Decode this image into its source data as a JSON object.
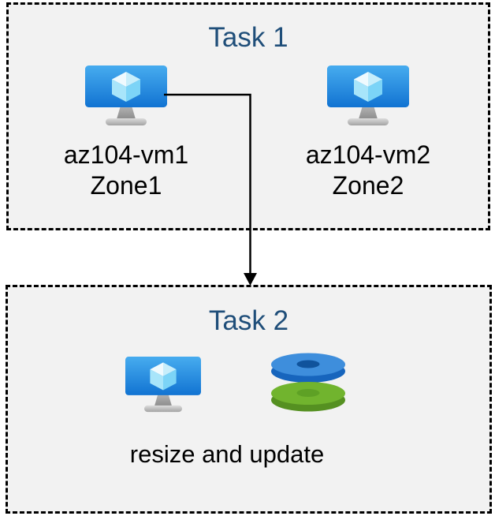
{
  "task1": {
    "title": "Task 1",
    "vms": [
      {
        "name": "az104-vm1",
        "zone": "Zone1"
      },
      {
        "name": "az104-vm2",
        "zone": "Zone2"
      }
    ]
  },
  "task2": {
    "title": "Task 2",
    "caption": "resize and update"
  },
  "icons": {
    "vm": "azure-virtual-machine-icon",
    "disks": "azure-managed-disks-icon",
    "arrow": "down-arrow-connector"
  },
  "colors": {
    "title_text": "#1F4E79",
    "body_text": "#000000",
    "box_background": "#F2F2F2",
    "box_border": "#000000",
    "canvas_background": "#FFFFFF",
    "vm_screen_gradient_top": "#47ACEF",
    "vm_screen_gradient_bottom": "#1173D2",
    "disk_blue_top": "#3E8EDC",
    "disk_blue_side": "#1765BD",
    "disk_blue_hole": "#10539C",
    "disk_green_top": "#71B42E",
    "disk_green_side": "#559021",
    "disk_green_hole": "#5EA125"
  }
}
